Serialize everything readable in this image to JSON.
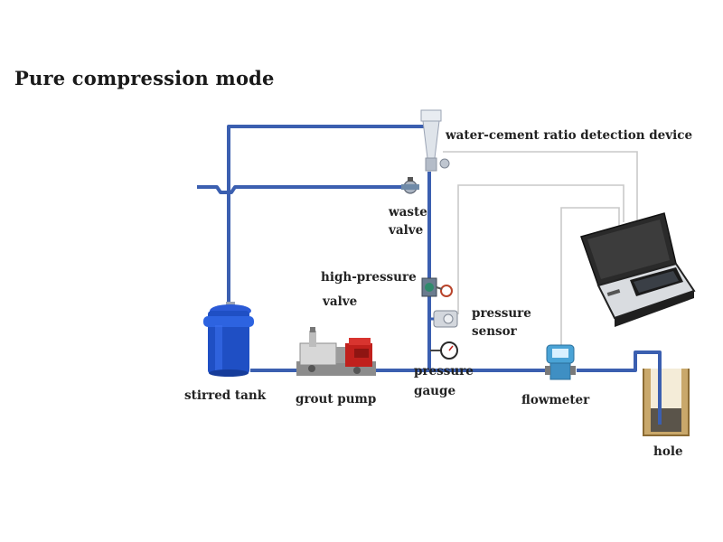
{
  "title": "Pure compression mode",
  "labels": {
    "water_cement_device": "water-cement ratio detection device",
    "waste_valve_line1": "waste",
    "waste_valve_line2": "valve",
    "high_pressure_valve_line1": "high-pressure",
    "high_pressure_valve_line2": "valve",
    "pressure_sensor_line1": "pressure",
    "pressure_sensor_line2": "sensor",
    "pressure_gauge_line1": "pressure",
    "pressure_gauge_line2": "gauge",
    "stirred_tank": "stirred tank",
    "grout_pump": "grout pump",
    "flowmeter": "flowmeter",
    "hole": "hole"
  },
  "colors": {
    "pipe": "#3b5fb0",
    "pipe_dark": "#2c4a94",
    "signal_line": "#c8c8c8",
    "tank": "#1f4fc4",
    "pump_red": "#c0201c",
    "hole_fill": "#c9a86b"
  },
  "icons": {
    "tank": "stirred-tank-icon",
    "pump": "grout-pump-icon",
    "flowmeter": "flowmeter-icon",
    "device": "detection-device-case-icon",
    "gauge": "pressure-gauge-icon"
  }
}
